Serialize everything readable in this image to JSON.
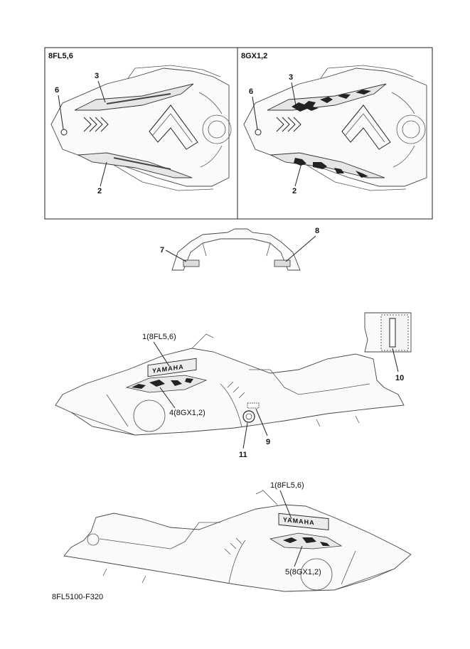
{
  "panels": {
    "left_title": "8FL5,6",
    "right_title": "8GX1,2"
  },
  "callouts": {
    "left_3": "3",
    "left_6": "6",
    "left_2": "2",
    "right_3": "3",
    "right_6": "6",
    "right_2": "2",
    "c7": "7",
    "c8": "8",
    "side1_label": "1(8FL5,6)",
    "side1_4": "4(8GX1,2)",
    "c10": "10",
    "c9": "9",
    "c11": "11",
    "side2_label": "1(8FL5,6)",
    "side2_5": "5(8GX1,2)"
  },
  "logos": {
    "logo1": "YAMAHA",
    "logo2": "YAMAHA"
  },
  "footer": {
    "figure_code": "8FL5100-F320"
  }
}
